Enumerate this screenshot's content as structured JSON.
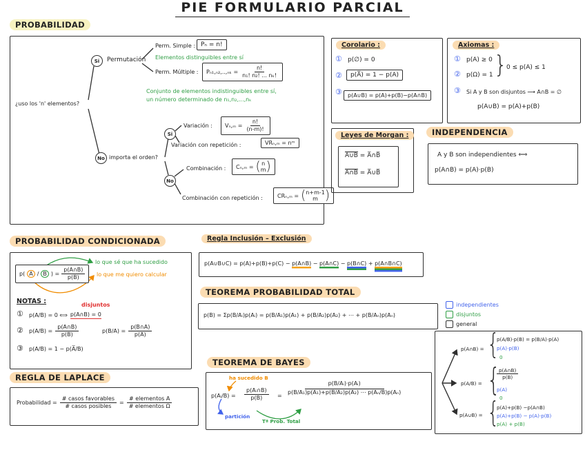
{
  "page": {
    "title": "PIE FORMULARIO PARCIAL"
  },
  "colors": {
    "ink": "#222222",
    "green": "#2f9e44",
    "orange": "#f08c00",
    "blue": "#4263eb",
    "red": "#e03131",
    "highlight_peach": "#fbdcb2",
    "highlight_yellow": "#f7f2c0"
  },
  "probabilidad": {
    "label": "PROBABILIDAD",
    "root_question": "¿uso los 'n' elementos?",
    "si": "Si",
    "no": "No",
    "permutacion": "Permutación",
    "perm_simple_label": "Perm. Simple :",
    "perm_simple_formula": "Pₙ = n!",
    "note_distinguibles": "Elementos distinguibles entre sí",
    "perm_multiple_label": "Perm. Múltiple :",
    "perm_multiple_lhs": "Pₙ₁,ₙ₂,..,ₙₖ =",
    "perm_multiple_num": "n!",
    "perm_multiple_den": "n₁! n₂! ... nₖ!",
    "note_indistinguibles_1": "Conjunto de elementos indistinguibles entre sí,",
    "note_indistinguibles_2": "un número determinado de  n₁,n₂,...,nₖ",
    "order_question": "importa el orden?",
    "variacion_label": "Variación :",
    "variacion_lhs": "Vₙ,ₘ =",
    "variacion_num": "n!",
    "variacion_den": "(n-m)!",
    "variacion_rep_label": "Variación  con  repetición :",
    "variacion_rep_formula": "VRₙ,ₘ = nᵐ",
    "combinacion_label": "Combinación :",
    "combinacion_lhs": "Cₙ,ₘ =",
    "combinacion_top": "n",
    "combinacion_bottom": "m",
    "combinacion_rep_label": "Combinación  con  repetición :",
    "combinacion_rep_lhs": "CRₙ,ₘ =",
    "combinacion_rep_top": "n+m-1",
    "combinacion_rep_bottom": "m"
  },
  "corolario": {
    "header": "Corolario :",
    "n1": "①",
    "f1": "p(∅) = 0",
    "n2": "②",
    "f2": "p(A̅) = 1 − p(A)",
    "n3": "③",
    "f3": "p(A∪B) = p(A)+p(B)−p(A∩B)"
  },
  "axiomas": {
    "header": "Axiomas :",
    "n1": "①",
    "f1": "p(A) ≥ 0",
    "n2": "②",
    "f2": "p(Ω) = 1",
    "range_note": "0 ≤ p(A) ≤ 1",
    "n3": "③",
    "f3a": "Si  A y B  son  disjuntos ⟶ A∩B = ∅",
    "f3b": "p(A∪B) = p(A)+p(B)"
  },
  "morgan": {
    "header": "Leyes de Morgan :",
    "l1_left": "A∪B",
    "l1_right": "= A̅∩B̅",
    "l2_left": "A∩B",
    "l2_right": "= A̅∪B̅"
  },
  "independencia": {
    "header": "INDEPENDENCIA",
    "line1": "A y B  son  independientes  ⟺",
    "line2": "p(A∩B) = p(A)·p(B)"
  },
  "condicionada": {
    "header": "PROBABILIDAD CONDICIONADA",
    "lhs_p": "p(",
    "lhs_a": "A",
    "lhs_slash": "/",
    "lhs_b": "B",
    "lhs_close": ") =",
    "frac_num": "p(A∩B)",
    "frac_den": "p(B)",
    "note_green": "lo que sé que ha sucedido",
    "note_orange": "lo que me quiero calcular",
    "notas_header": "NOTAS :",
    "n1": "①",
    "n1_f1": "p(A/B) = 0  ⟺",
    "n1_f2": "p(A∩B) = 0",
    "n1_red": "disjuntos",
    "n2": "②",
    "n2_lhs": "p(A/B) =",
    "n2_num": "p(A∩B)",
    "n2_den": "p(B)",
    "n2_lhs2": "p(B/A) =",
    "n2_num2": "p(B∩A)",
    "n2_den2": "p(A)",
    "n3": "③",
    "n3_f": "p(A/B) = 1 − p(A̅/B)"
  },
  "laplace": {
    "header": "REGLA DE LAPLACE",
    "lhs": "Probabilidad =",
    "f1_num": "# casos favorables",
    "f1_den": "# casos posibles",
    "eq": "=",
    "f2_num": "# elementos A",
    "f2_den": "# elementos Ω"
  },
  "inclusion": {
    "header": "Regla  Inclusión – Exclusión",
    "part1": "p(A∪B∪C) = p(A)+p(B)+p(C) − ",
    "t_ab": "p(A∩B)",
    "m1": " − ",
    "t_ac": "p(A∩C)",
    "m2": " − ",
    "t_bc": "p(B∩C)",
    "m3": " + ",
    "t_abc": "p(A∩B∩C)"
  },
  "total": {
    "header": "TEOREMA  PROBABILIDAD  TOTAL",
    "formula": "p(B) = Σp(B/Aᵢ)p(Aᵢ) = p(B/A₁)p(A₁) + p(B/A₂)p(A₂) + ⋯ + p(B/Aₙ)p(Aₙ)"
  },
  "bayes": {
    "header": "TEOREMA DE BAYES",
    "lhs": "p(Aᵢ/B) =",
    "f1_num": "p(Aᵢ∩B)",
    "f1_den": "p(B)",
    "eq": "=",
    "big_num": "p(B/Aᵢ)·p(Aᵢ)",
    "big_den": "p(B/A₁)p(A₁)+p(B/A₂)p(A₂) ⋯ p(Aₙ/B)p(Aₙ)",
    "note_orange": "ha sucedido B",
    "note_blue": "partición",
    "note_green": "Tª Prob. Total"
  },
  "legend": {
    "independientes": "independientes",
    "disjuntos": "disjuntos",
    "general": "general"
  },
  "resumen": {
    "node1_lhs": "p(A∩B) =",
    "node1_general": "p(A/B)·p(B) = p(B/A)·p(A)",
    "node1_indep": "p(A)·p(B)",
    "node1_disj": "0",
    "node2_lhs": "p(A/B) =",
    "node2_num": "p(A∩B)",
    "node2_den": "p(B)",
    "node2_indep": "p(A)",
    "node2_disj": "0",
    "node3_lhs": "p(A∪B) =",
    "node3_general": "p(A)+p(B) −p(A∩B)",
    "node3_indep": "p(A)+p(B) − p(A)·p(B)",
    "node3_disj": "p(A) + p(B)"
  }
}
